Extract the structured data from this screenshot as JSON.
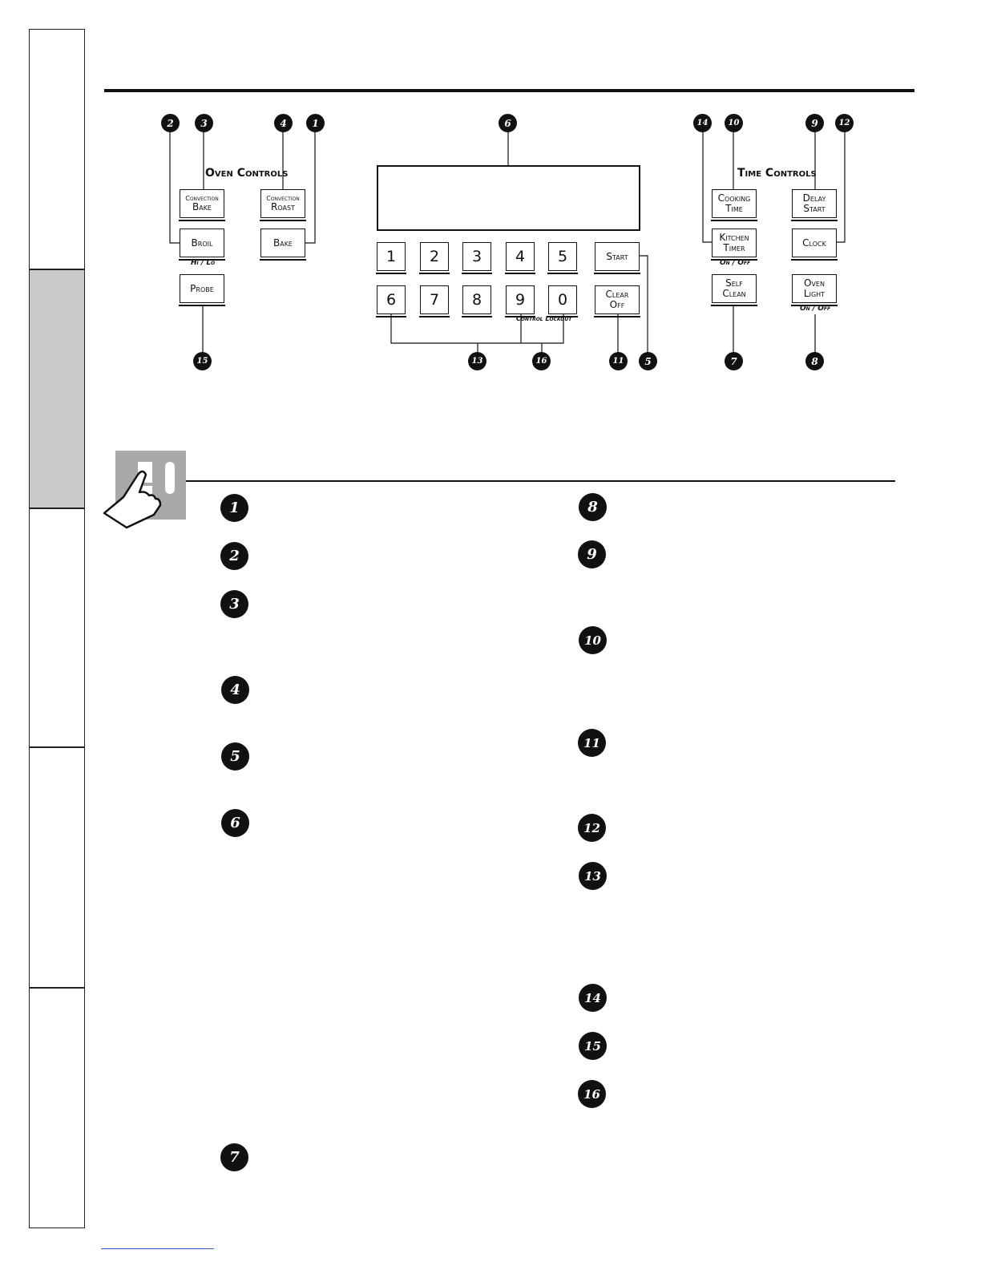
{
  "oven_controls": {
    "label": "Oven Controls",
    "convection_bake": {
      "small": "Convection",
      "large": "Bake"
    },
    "convection_roast": {
      "small": "Convection",
      "large": "Roast"
    },
    "broil": "Broil",
    "broil_sub": "Hi / Lo",
    "bake": "Bake",
    "probe": "Probe"
  },
  "time_controls": {
    "label": "Time Controls",
    "cooking_time": [
      "Cooking",
      "Time"
    ],
    "delay_start": [
      "Delay",
      "Start"
    ],
    "kitchen_timer": [
      "Kitchen",
      "Timer"
    ],
    "kitchen_timer_sub": "On / Off",
    "clock": "Clock",
    "self_clean": [
      "Self",
      "Clean"
    ],
    "oven_light": [
      "Oven",
      "Light"
    ],
    "oven_light_sub": "On / Off"
  },
  "keypad": {
    "row1": [
      "1",
      "2",
      "3",
      "4",
      "5"
    ],
    "row2": [
      "6",
      "7",
      "8",
      "9",
      "0"
    ],
    "start": "Start",
    "clear_off": [
      "Clear",
      "Off"
    ],
    "control_lockout": "Control Lockout"
  },
  "callouts": {
    "n1": "1",
    "n2": "2",
    "n3": "3",
    "n4": "4",
    "n5": "5",
    "n6": "6",
    "n7": "7",
    "n8": "8",
    "n9": "9",
    "n10": "10",
    "n11": "11",
    "n12": "12",
    "n13": "13",
    "n14": "14",
    "n15": "15",
    "n16": "16"
  },
  "list_left": [
    "1",
    "2",
    "3",
    "4",
    "5",
    "6",
    "7"
  ],
  "list_right": [
    "8",
    "9",
    "10",
    "11",
    "12",
    "13",
    "14",
    "15",
    "16"
  ]
}
